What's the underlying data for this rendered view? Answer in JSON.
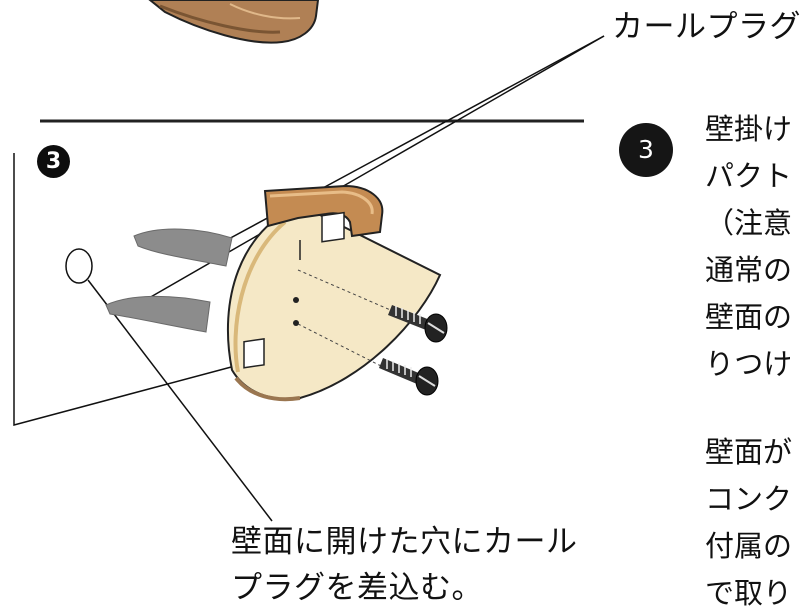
{
  "labels": {
    "curl_plug": "カールプラグ",
    "insert_line1": "壁面に開けた穴にカール",
    "insert_line2": "プラグを差込む。"
  },
  "step": {
    "number_badge": "3",
    "illustration_number": "3"
  },
  "instructions": {
    "lines": [
      "壁掛け",
      "パクト",
      "（注意",
      "通常の",
      "壁面の",
      "りつけ",
      "壁面が",
      "コンク",
      "付属の",
      "で取り"
    ]
  }
}
